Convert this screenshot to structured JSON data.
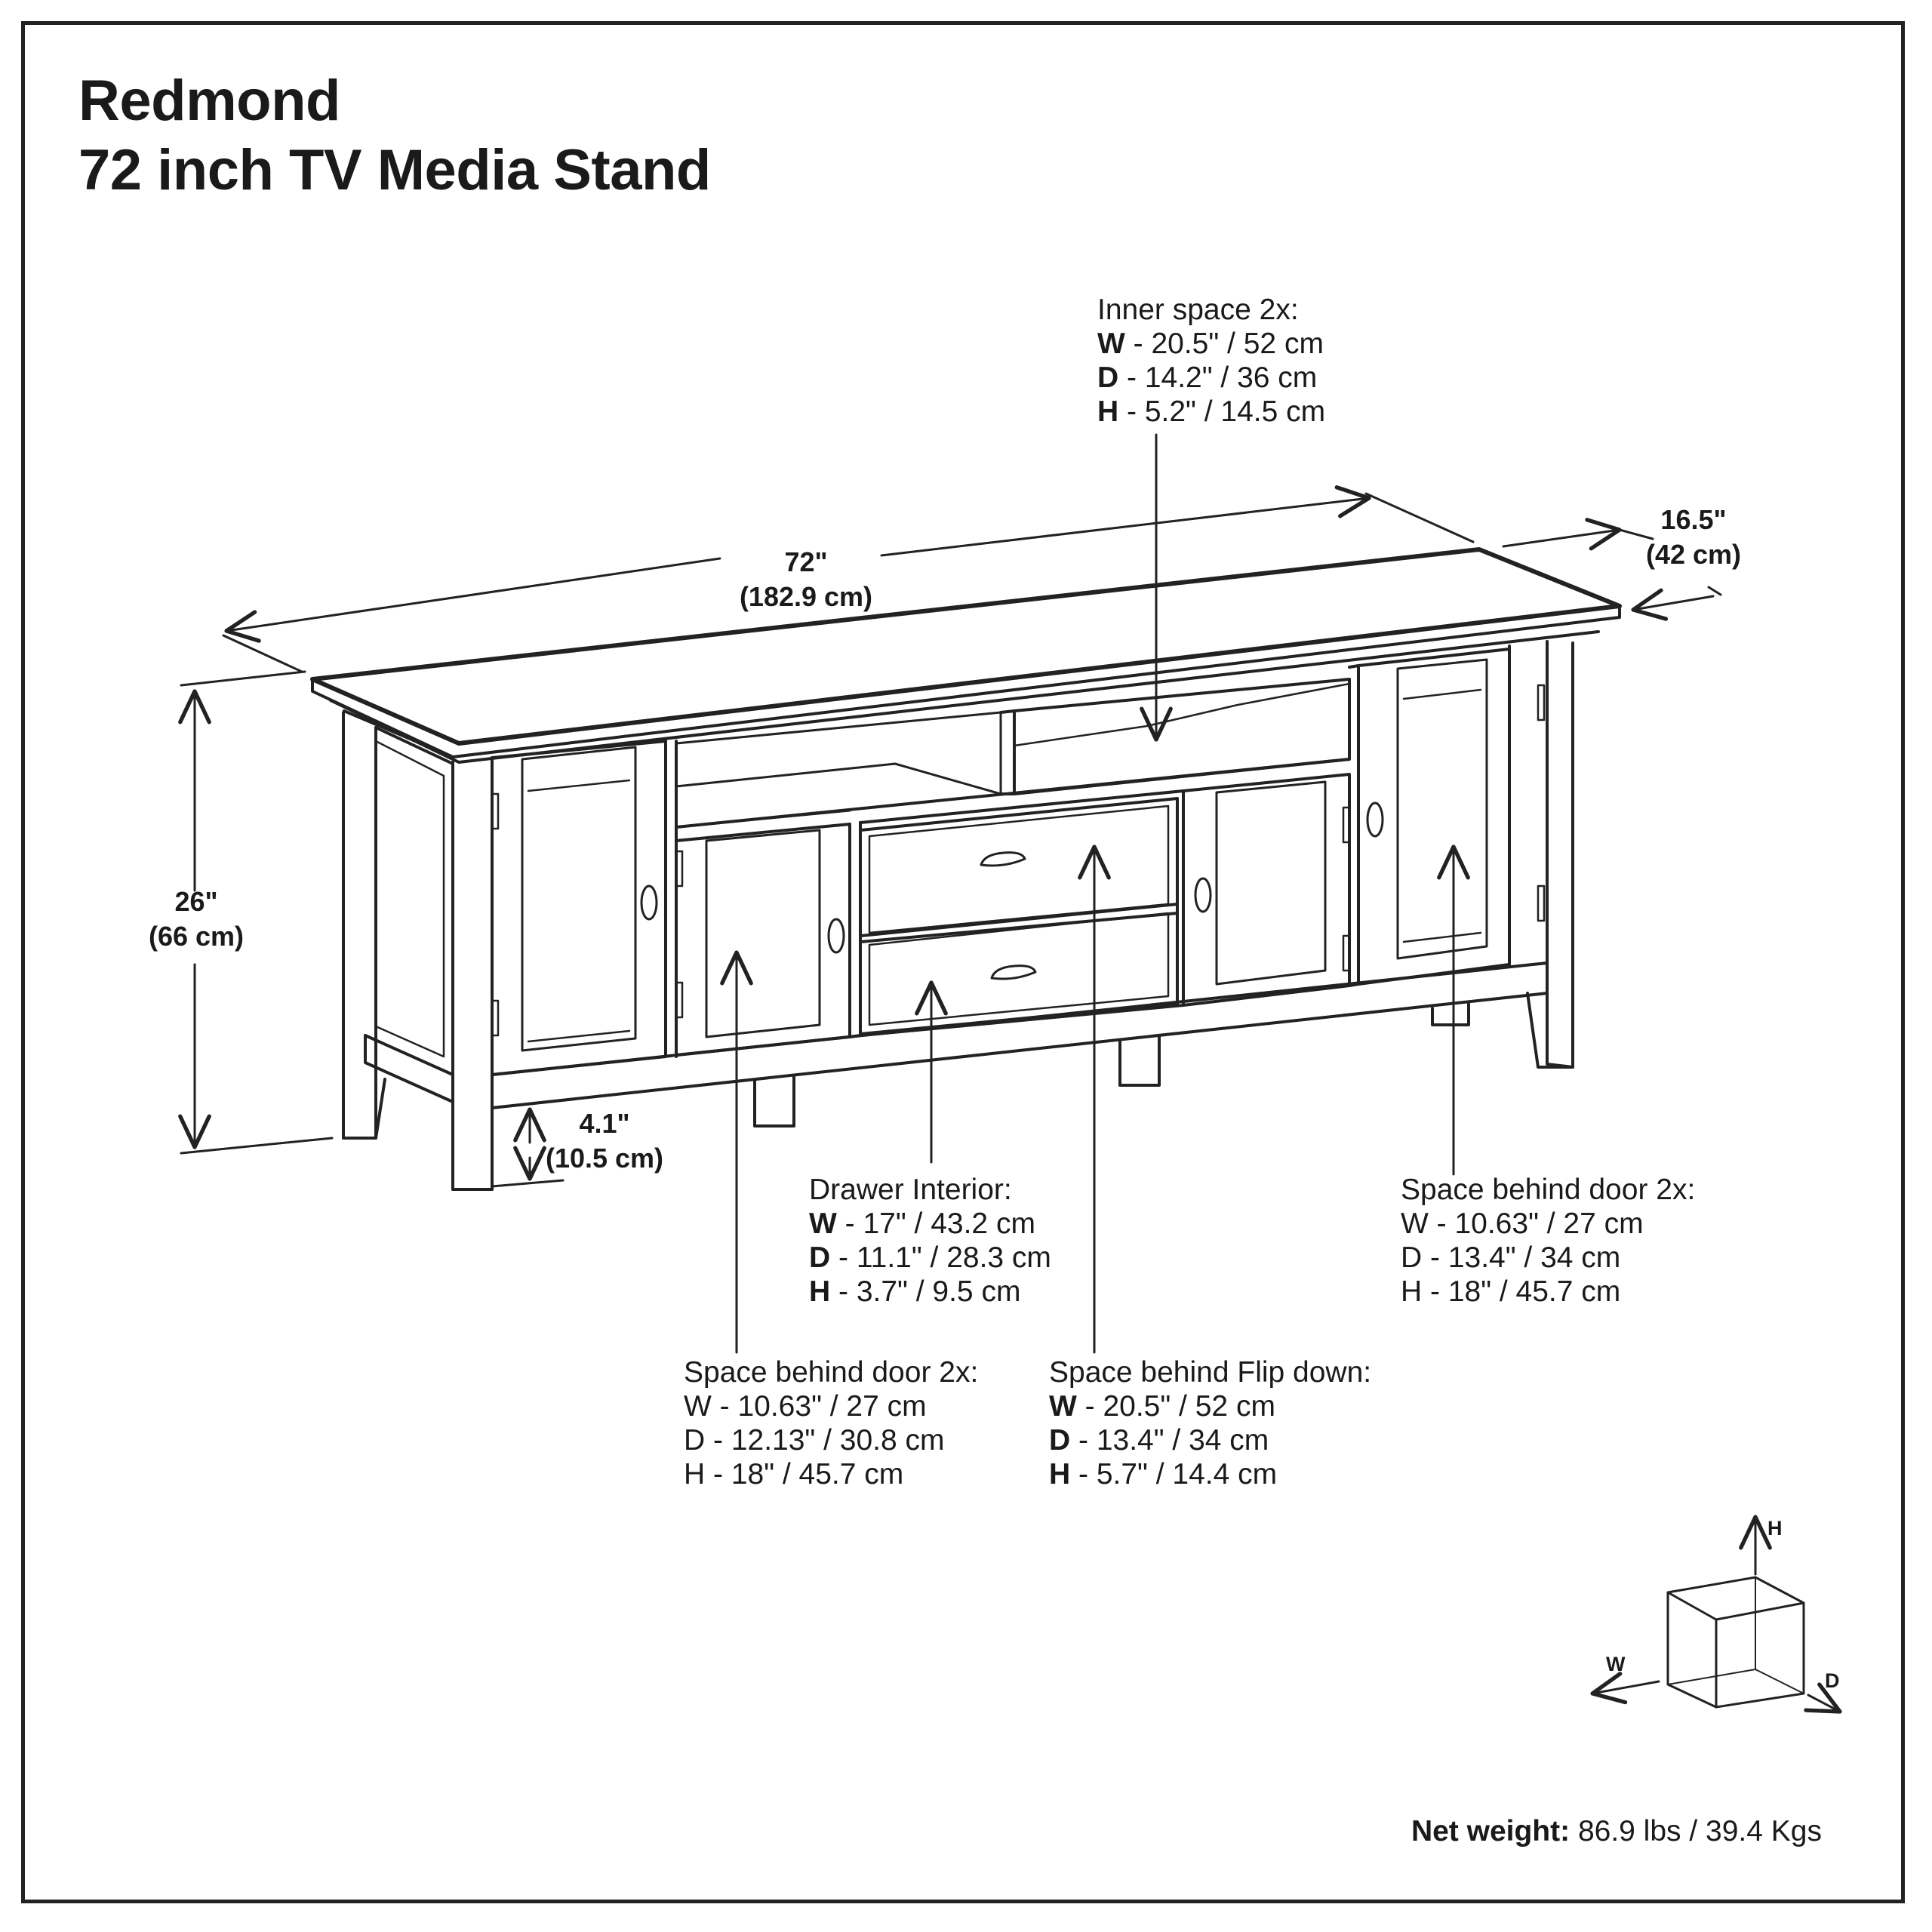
{
  "title": {
    "line1": "Redmond",
    "line2": "72 inch TV Media Stand"
  },
  "dimensions": {
    "width": {
      "imperial": "72\"",
      "metric": "(182.9 cm)"
    },
    "depth": {
      "imperial": "16.5\"",
      "metric": "(42 cm)"
    },
    "height": {
      "imperial": "26\"",
      "metric": "(66 cm)"
    },
    "clearance": {
      "imperial": "4.1\"",
      "metric": "(10.5 cm)"
    }
  },
  "notes": {
    "inner_space": {
      "heading": "Inner space 2x:",
      "w_key": "W",
      "w_value": " - 20.5\" / 52 cm",
      "d_key": "D",
      "d_value": " - 14.2\" / 36 cm",
      "h_key": "H",
      "h_value": " - 5.2\" / 14.5 cm"
    },
    "drawer_interior": {
      "heading": "Drawer Interior:",
      "w_key": "W",
      "w_value": " - 17\" / 43.2 cm",
      "d_key": "D",
      "d_value": " - 11.1\" / 28.3 cm",
      "h_key": "H",
      "h_value": " - 3.7\" / 9.5 cm"
    },
    "behind_door_right": {
      "heading": "Space behind door 2x:",
      "w_line": "W - 10.63\" / 27 cm",
      "d_line": "D - 13.4\" / 34 cm",
      "h_line": "H - 18\" / 45.7 cm"
    },
    "behind_door_left": {
      "heading": "Space behind door 2x:",
      "w_line": "W - 10.63\" / 27 cm",
      "d_line": "D - 12.13\" / 30.8 cm",
      "h_line": "H -  18\" / 45.7 cm"
    },
    "behind_flip_down": {
      "heading": "Space behind Flip down:",
      "w_key": "W",
      "w_value": " - 20.5\" / 52 cm",
      "d_key": "D",
      "d_value": " - 13.4\" / 34 cm",
      "h_key": "H",
      "h_value": " - 5.7\" / 14.4 cm"
    }
  },
  "axis_legend": {
    "h": "H",
    "w": "W",
    "d": "D"
  },
  "net_weight": {
    "label": "Net weight:",
    "value": " 86.9 lbs / 39.4 Kgs"
  }
}
